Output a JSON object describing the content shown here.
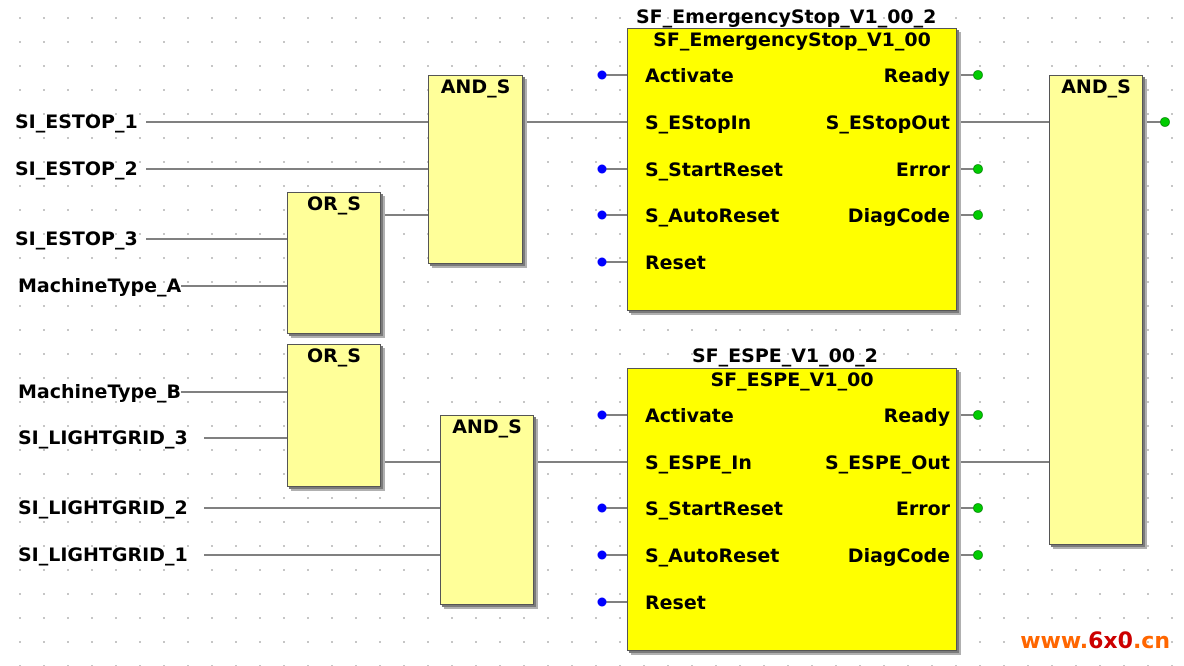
{
  "inputs": [
    {
      "id": "si_estop_1",
      "label": "SI_ESTOP_1"
    },
    {
      "id": "si_estop_2",
      "label": "SI_ESTOP_2"
    },
    {
      "id": "si_estop_3",
      "label": "SI_ESTOP_3"
    },
    {
      "id": "machinetype_a",
      "label": "MachineType_A"
    },
    {
      "id": "machinetype_b",
      "label": "MachineType_B"
    },
    {
      "id": "si_lightgrid_3",
      "label": "SI_LIGHTGRID_3"
    },
    {
      "id": "si_lightgrid_2",
      "label": "SI_LIGHTGRID_2"
    },
    {
      "id": "si_lightgrid_1",
      "label": "SI_LIGHTGRID_1"
    }
  ],
  "gates": {
    "or_top": {
      "label": "OR_S"
    },
    "and_top": {
      "label": "AND_S"
    },
    "or_bottom": {
      "label": "OR_S"
    },
    "and_bottom": {
      "label": "AND_S"
    },
    "and_final": {
      "label": "AND_S"
    }
  },
  "blocks": {
    "estop": {
      "instance": "SF_EmergencyStop_V1_00_2",
      "type": "SF_EmergencyStop_V1_00",
      "inputs": [
        "Activate",
        "S_EStopIn",
        "S_StartReset",
        "S_AutoReset",
        "Reset"
      ],
      "outputs": [
        "Ready",
        "S_EStopOut",
        "Error",
        "DiagCode"
      ]
    },
    "espe": {
      "instance": "SF_ESPE_V1_00_2",
      "type": "SF_ESPE_V1_00",
      "inputs": [
        "Activate",
        "S_ESPE_In",
        "S_StartReset",
        "S_AutoReset",
        "Reset"
      ],
      "outputs": [
        "Ready",
        "S_ESPE_Out",
        "Error",
        "DiagCode"
      ]
    }
  },
  "watermark": {
    "part1": "www.",
    "part2": "6x0",
    "part3": ".cn"
  },
  "colors": {
    "block_fill": "#ffff00",
    "gate_fill": "#ffff99",
    "input_pin": "#0000ff",
    "output_pin": "#00cc00",
    "watermark_main": "#ff6600",
    "watermark_accent": "#cc0000"
  }
}
